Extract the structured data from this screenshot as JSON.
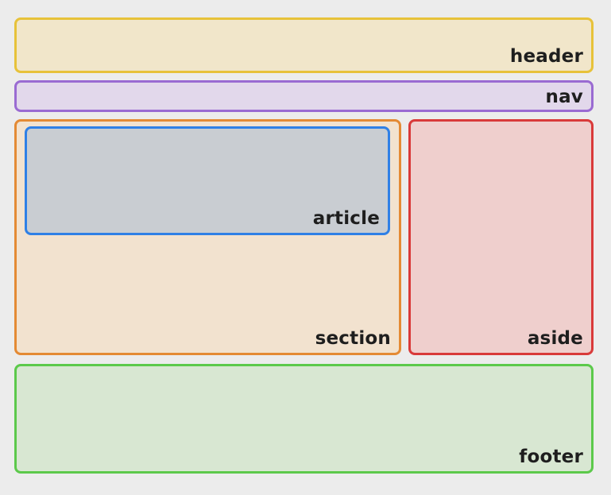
{
  "regions": {
    "header": {
      "label": "header",
      "border": "#e7c23a",
      "fill": "#f1e6ca"
    },
    "nav": {
      "label": "nav",
      "border": "#9a6bd2",
      "fill": "#e2d8eb"
    },
    "section": {
      "label": "section",
      "border": "#e48a34",
      "fill": "#f2e2cf"
    },
    "article": {
      "label": "article",
      "border": "#2f80e6",
      "fill": "#c9cdd2"
    },
    "aside": {
      "label": "aside",
      "border": "#d93a3a",
      "fill": "#efcfcd"
    },
    "footer": {
      "label": "footer",
      "border": "#5cc94b",
      "fill": "#d8e7d2"
    }
  }
}
